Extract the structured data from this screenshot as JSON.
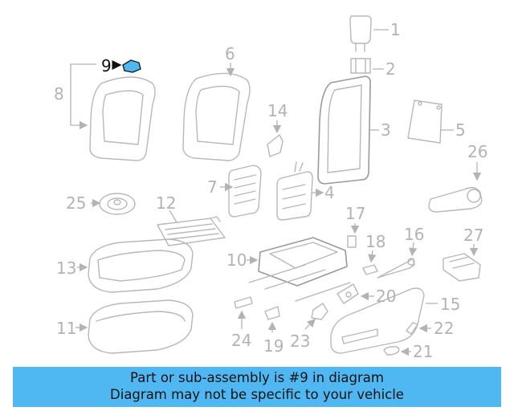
{
  "highlighted_part": "9",
  "highlight_color": "#4fb8f2",
  "callouts": [
    "1",
    "2",
    "3",
    "4",
    "5",
    "6",
    "7",
    "8",
    "9",
    "10",
    "11",
    "12",
    "13",
    "14",
    "15",
    "16",
    "17",
    "18",
    "19",
    "20",
    "21",
    "22",
    "23",
    "24",
    "25",
    "26",
    "27"
  ],
  "banner": {
    "line1": "Part or sub-assembly is #9 in diagram",
    "line2": "Diagram may not be specific to your vehicle",
    "background": "#4fb8f2"
  }
}
